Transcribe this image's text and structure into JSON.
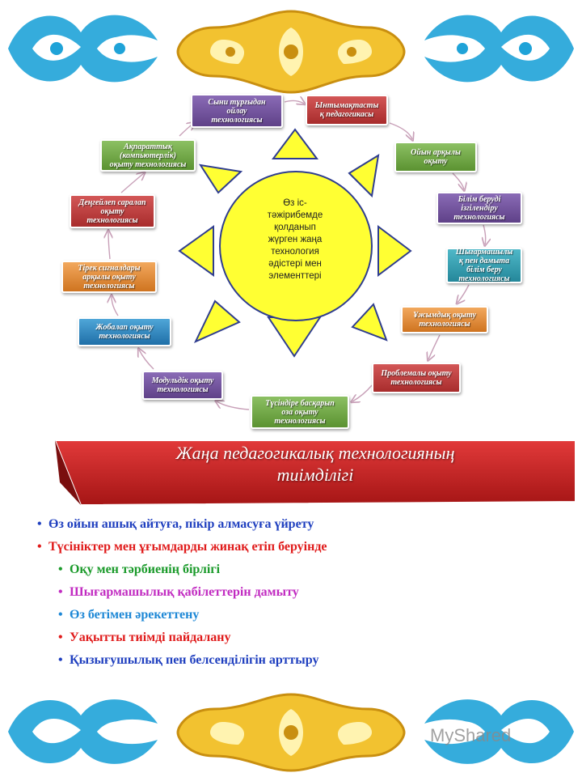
{
  "colors": {
    "ornament_blue": "#1fa3d8",
    "ornament_gold": "#f2c230",
    "sun_yellow": "#ffff33",
    "banner_red": "#c81e1e"
  },
  "diagram": {
    "center_text": [
      "Өз іс-",
      "тәжірибемде",
      "қолданып",
      "жүрген жаңа",
      "технология",
      "әдістері мен",
      "элементтері"
    ],
    "nodes": [
      {
        "lines": [
          "Сыни тұрғыдан",
          "ойлау",
          "технологиясы"
        ]
      },
      {
        "lines": [
          "Ынтымақтасты",
          "қ педагогикасы"
        ]
      },
      {
        "lines": [
          "Ойын арқылы",
          "оқыту"
        ]
      },
      {
        "lines": [
          "Білім беруді",
          "ізгілендіру",
          "технологиясы"
        ]
      },
      {
        "lines": [
          "Шығармашылы",
          "қ пен дамыта",
          "білім беру",
          "технологиясы"
        ]
      },
      {
        "lines": [
          "Ұжымдық оқыту",
          "технологиясы"
        ]
      },
      {
        "lines": [
          "Проблемалы оқыту",
          "технологиясы"
        ]
      },
      {
        "lines": [
          "Түсіндіре басқарып",
          "оза оқыту",
          "технологиясы"
        ]
      },
      {
        "lines": [
          "Модульдік оқыту",
          "технологиясы"
        ]
      },
      {
        "lines": [
          "Жобалап оқыту",
          "технологиясы"
        ]
      },
      {
        "lines": [
          "Тірек сигналдары",
          "арқылы оқыту",
          "технологиясы"
        ]
      },
      {
        "lines": [
          "Деңгейлеп саралап",
          "оқыту",
          "технологиясы"
        ]
      },
      {
        "lines": [
          "Ақпараттық",
          "(компьютерлік)",
          "оқыту технологиясы"
        ]
      }
    ]
  },
  "banner": {
    "title_line1": "Жаңа педагогикалық технологияның",
    "title_line2": "тиімділігі"
  },
  "bullets": [
    {
      "text": "Өз ойын ашық айтуға, пікір алмасуға үйрету",
      "color": "#1f3fbf"
    },
    {
      "text": "Түсініктер мен ұғымдарды жинақ етіп беруінде",
      "color": "#e01b1b"
    },
    {
      "text": "Оқу мен тәрбиенің бірлігі",
      "color": "#1a9a2a"
    },
    {
      "text": "Шығармашылық қабілеттерін дамыту",
      "color": "#c12bc1"
    },
    {
      "text": "Өз бетімен әрекеттену",
      "color": "#1e88d6"
    },
    {
      "text": "Уақытты тиімді пайдалану",
      "color": "#e01b1b"
    },
    {
      "text": "Қызығушылық пен белсенділігін арттыру",
      "color": "#1f3fbf"
    }
  ],
  "watermark": "MyShared"
}
